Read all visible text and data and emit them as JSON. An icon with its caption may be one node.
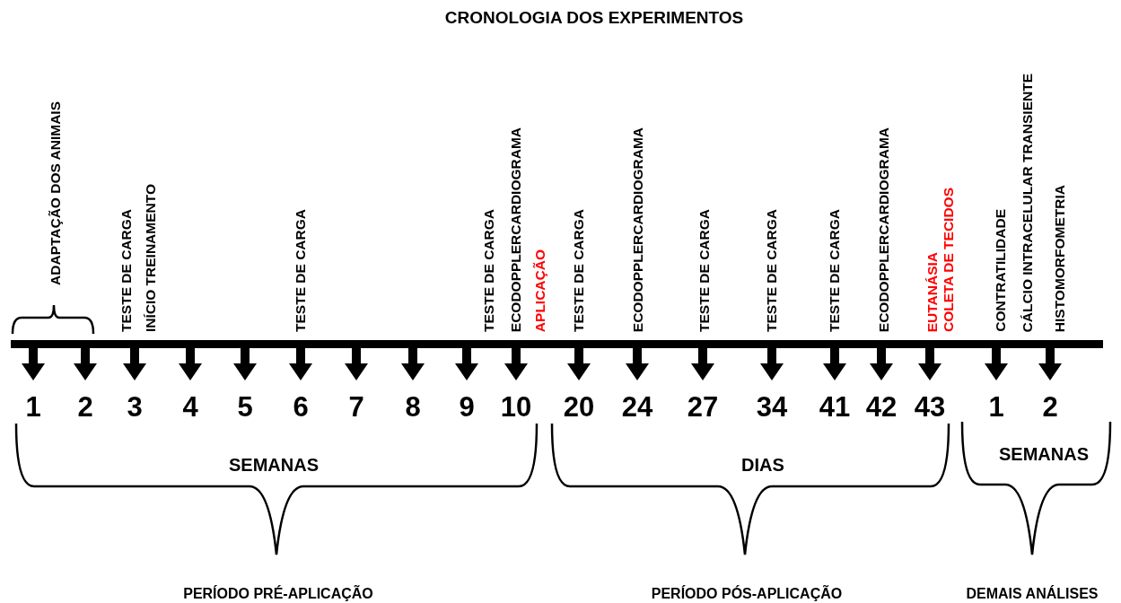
{
  "diagram": {
    "title": "CRONOLOGIA DOS EXPERIMENTOS",
    "labels": [
      "ADAPTAÇÃO DOS ANIMAIS",
      "TESTE DE CARGA",
      "INÍCIO TREINAMENTO",
      "TESTE DE CARGA",
      "TESTE DE CARGA",
      "ECODOPPLERCARDIOGRAMA",
      "APLICAÇÃO",
      "TESTE DE CARGA",
      "ECODOPPLERCARDIOGRAMA",
      "TESTE DE CARGA",
      "TESTE DE CARGA",
      "TESTE DE CARGA",
      "ECODOPPLERCARDIOGRAMA",
      "EUTANÁSIA",
      "COLETA DE TECIDOS",
      "CONTRATILIDADE",
      "CÁLCIO INTRACELULAR TRANSIENTE",
      "HISTOMORFOMETRIA",
      "1",
      "2",
      "3",
      "4",
      "5",
      "6",
      "7",
      "8",
      "9",
      "10",
      "20",
      "24",
      "27",
      "34",
      "41",
      "42",
      "43",
      "1",
      "2",
      "SEMANAS",
      "DIAS",
      "SEMANAS",
      "PERÍODO PRÉ-APLICAÇÃO",
      "PERÍODO PÓS-APLICAÇÃO",
      "DEMAIS ANÁLISES"
    ]
  }
}
